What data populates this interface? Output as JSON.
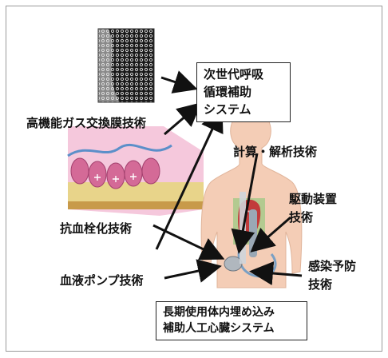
{
  "diagram": {
    "goal_box": {
      "lines": [
        "次世代呼吸",
        "循環補助",
        "システム"
      ]
    },
    "labels": {
      "gas_exchange": "高機能ガス交換膜技術",
      "computation": "計算・解析技術",
      "anticoagulation": "抗血栓化技術",
      "drive_unit": "駆動装置",
      "drive_unit_2": "技術",
      "blood_pump": "血液ポンプ技術",
      "infection": "感染予防",
      "infection_2": "技術"
    },
    "bottom_box": {
      "lines": [
        "長期使用体内埋め込み",
        "補助人工心臓システム"
      ]
    }
  },
  "colors": {
    "arrow": "#111111",
    "skin": "#f4cdb6",
    "micrograph": "#1a1a1a",
    "membrane": "#d68fb5"
  }
}
